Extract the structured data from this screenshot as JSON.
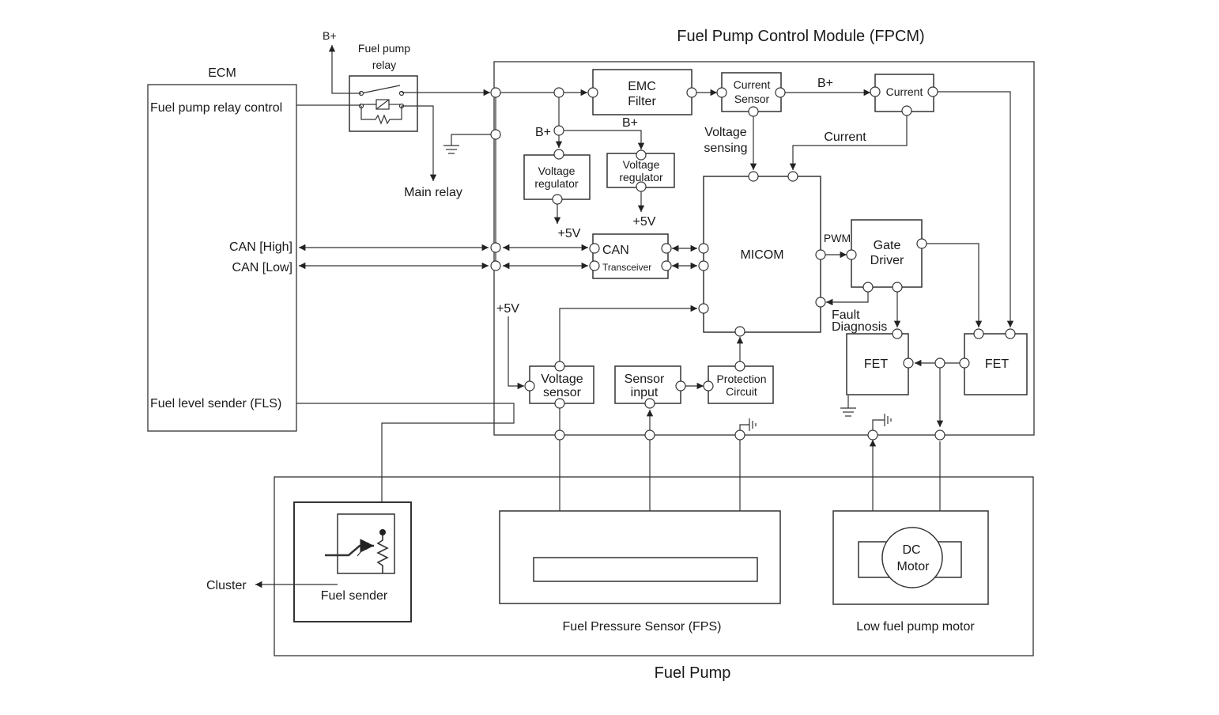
{
  "title": "Fuel Pump Control Module (FPCM)",
  "fuel_pump_title": "Fuel Pump",
  "ecm": {
    "label": "ECM",
    "relay_control": "Fuel pump relay control",
    "can_high": "CAN [High]",
    "can_low": "CAN [Low]",
    "fls": "Fuel level sender (FLS)"
  },
  "relay": {
    "b_plus": "B+",
    "label_line1": "Fuel pump",
    "label_line2": "relay",
    "main_relay": "Main relay"
  },
  "blocks": {
    "emc_line1": "EMC",
    "emc_line2": "Filter",
    "cs_line1": "Current",
    "cs_line2": "Sensor",
    "current_box": "Current",
    "vr1_line1": "Voltage",
    "vr1_line2": "regulator",
    "vr2_line1": "Voltage",
    "vr2_line2": "regulator",
    "can_line1": "CAN",
    "can_line2": "Transceiver",
    "micom": "MICOM",
    "gate_line1": "Gate",
    "gate_line2": "Driver",
    "fet1": "FET",
    "fet2": "FET",
    "vs_line1": "Voltage",
    "vs_line2": "sensor",
    "si_line1": "Sensor",
    "si_line2": "input",
    "pc_line1": "Protection",
    "pc_line2": "Circuit"
  },
  "labels": {
    "b_plus_vr": "B+",
    "b_plus_vr2": "B+",
    "b_plus_cs": "B+",
    "plus5v_1": "+5V",
    "plus5v_2": "+5V",
    "plus5v_3": "+5V",
    "voltage_sensing_1": "Voltage",
    "voltage_sensing_2": "sensing",
    "current_label": "Current",
    "pwm": "PWM",
    "fault_1": "Fault",
    "fault_2": "Diagnosis",
    "cluster": "Cluster"
  },
  "pump": {
    "fuel_sender": "Fuel sender",
    "fps": "Fuel Pressure Sensor (FPS)",
    "motor_line1": "DC",
    "motor_line2": "Motor",
    "motor_label": "Low fuel pump motor"
  }
}
